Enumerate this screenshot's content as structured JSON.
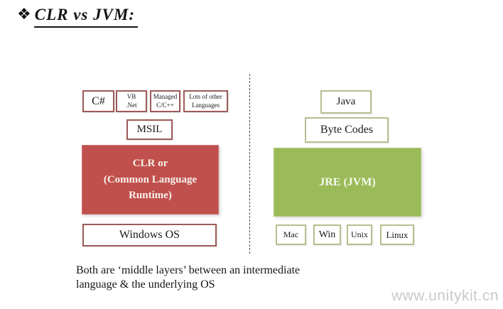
{
  "title": {
    "bullet": "❖",
    "text": "CLR vs JVM:"
  },
  "clr_stack": {
    "lang_boxes": [
      {
        "text": "C#"
      },
      {
        "text": "VB\n.Net"
      },
      {
        "text": "Managed\nC/C++"
      },
      {
        "text": "Lots of other\nLanguages"
      }
    ],
    "intermediate": "MSIL",
    "runtime": "CLR or\n(Common Language\nRuntime)",
    "os": "Windows OS"
  },
  "jvm_stack": {
    "source": "Java",
    "intermediate": "Byte Codes",
    "runtime": "JRE (JVM)",
    "os_boxes": [
      {
        "text": "Mac"
      },
      {
        "text": "Win"
      },
      {
        "text": "Unix"
      },
      {
        "text": "Linux"
      }
    ]
  },
  "caption": "Both are ‘middle layers’ between an intermediate\nlanguage & the underlying OS",
  "watermark": "www.unitykit.cn",
  "colors": {
    "red_fill": "#c0504d",
    "red_border": "#9c5a58",
    "green_fill": "#9bbb59",
    "green_border": "#b8bd8e",
    "divider": "#4a4a4a",
    "watermark": "#c9c9c9"
  }
}
